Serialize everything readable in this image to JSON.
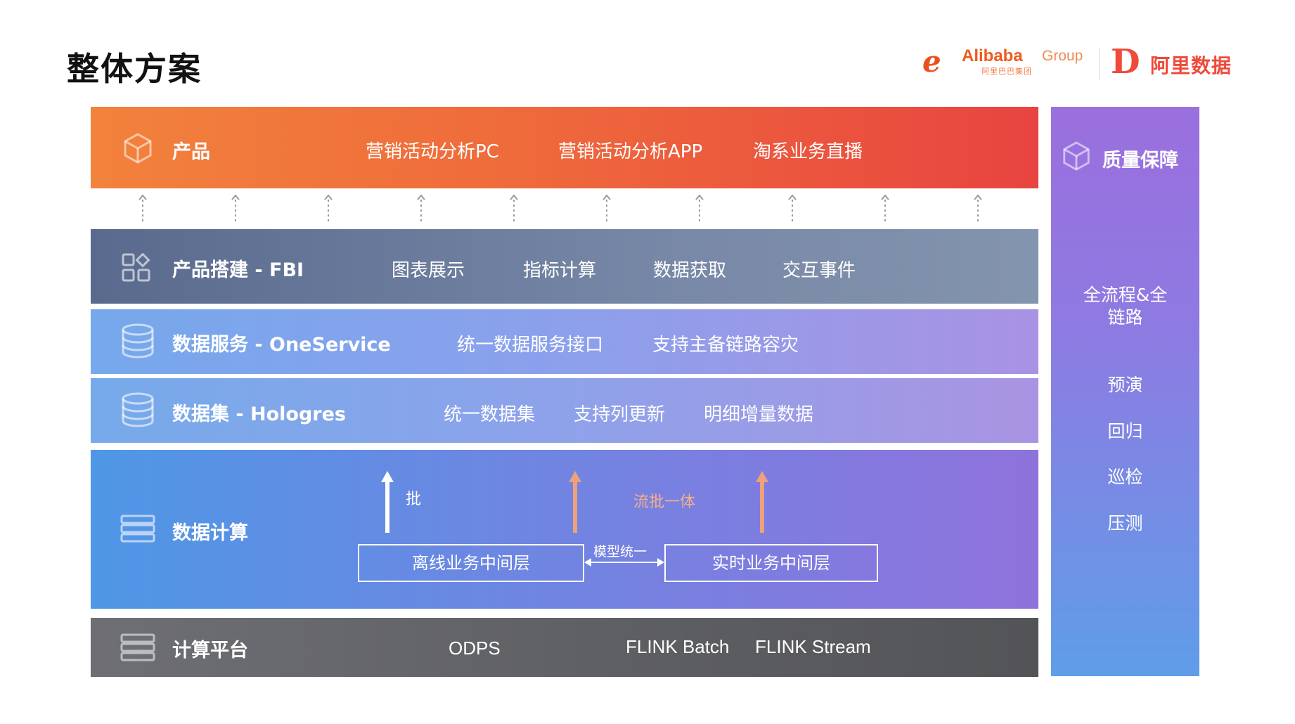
{
  "title": "整体方案",
  "logos": {
    "alibaba_mark": "e",
    "alibaba_word": "Alibaba",
    "alibaba_group": "Group",
    "alibaba_sub": "阿里巴巴集团",
    "data_mark": "D",
    "data_text": "阿里数据"
  },
  "layers": {
    "product": {
      "label": "产品",
      "items": [
        "营销活动分析PC",
        "营销活动分析APP",
        "淘系业务直播"
      ]
    },
    "fbi": {
      "label": "产品搭建 - FBI",
      "items": [
        "图表展示",
        "指标计算",
        "数据获取",
        "交互事件"
      ]
    },
    "oneservice": {
      "label": "数据服务 - OneService",
      "items": [
        "统一数据服务接口",
        "支持主备链路容灾"
      ]
    },
    "hologres": {
      "label": "数据集 - Hologres",
      "items": [
        "统一数据集",
        "支持列更新",
        "明细增量数据"
      ]
    },
    "compute": {
      "label": "数据计算",
      "batch_label": "批",
      "stream_batch_label": "流批一体",
      "offline_box": "离线业务中间层",
      "realtime_box": "实时业务中间层",
      "model_label": "模型统一"
    },
    "platform": {
      "label": "计算平台",
      "items": [
        "ODPS",
        "FLINK Batch",
        "FLINK Stream"
      ]
    }
  },
  "quality": {
    "title": "质量保障",
    "items": [
      "全流程&全\n链路",
      "预演",
      "回归",
      "巡检",
      "压测"
    ]
  },
  "colors": {
    "product_start": "#f2823c",
    "product_end": "#e84440",
    "fbi": "#6b7b9c",
    "oneservice": "#8ca0ec",
    "compute": "#6e86e2",
    "platform": "#5d5e62",
    "quality": "#8d7be2",
    "stream_arrow": "#f0a07a",
    "stream_label": "#f5b08a"
  }
}
